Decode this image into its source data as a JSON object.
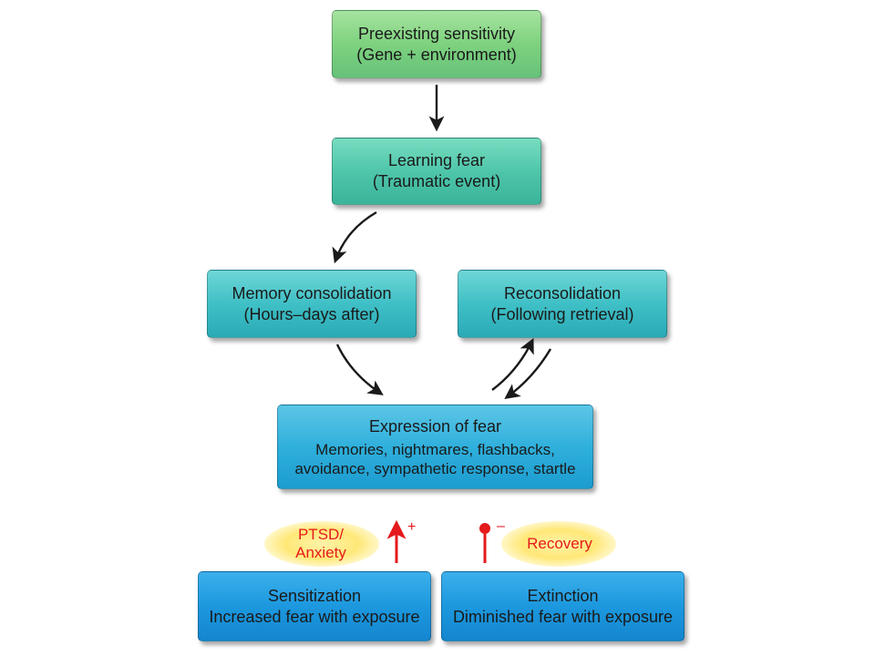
{
  "boxes": {
    "preexisting": {
      "line1": "Preexisting sensitivity",
      "line2": "(Gene + environment)"
    },
    "learning": {
      "line1": "Learning fear",
      "line2": "(Traumatic event)"
    },
    "consolidation": {
      "line1": "Memory consolidation",
      "line2": "(Hours–days after)"
    },
    "reconsolidation": {
      "line1": "Reconsolidation",
      "line2": "(Following retrieval)"
    },
    "expression": {
      "title": "Expression of fear",
      "line2": "Memories, nightmares, flashbacks,",
      "line3": "avoidance, sympathetic response, startle"
    },
    "sensitization": {
      "line1": "Sensitization",
      "line2": "Increased fear with exposure"
    },
    "extinction": {
      "line1": "Extinction",
      "line2": "Diminished fear with exposure"
    }
  },
  "modulators": {
    "ptsd": {
      "line1": "PTSD/",
      "line2": "Anxiety",
      "sign": "+"
    },
    "recovery": {
      "label": "Recovery",
      "sign": "–"
    }
  },
  "colors": {
    "arrow": "#1a1a1a",
    "modulator": "#e41a1c",
    "glow": "#ffe878"
  }
}
